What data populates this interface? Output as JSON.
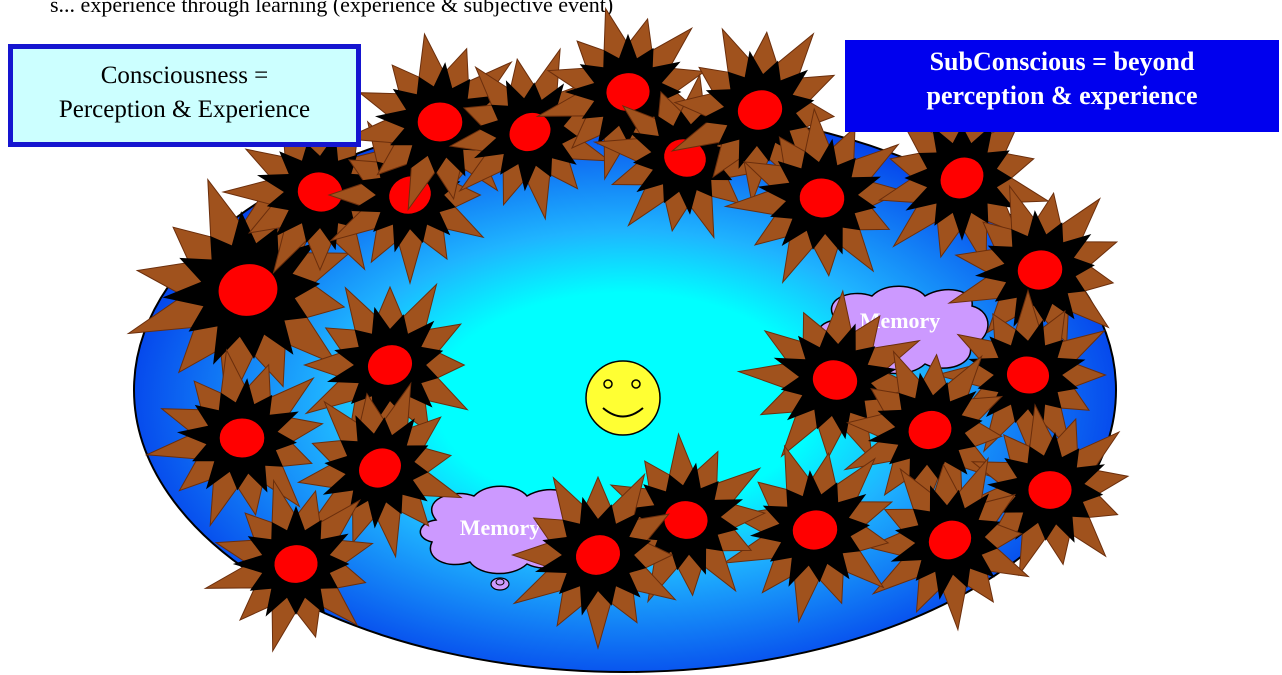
{
  "header": {
    "text": "s... experience through learning (experience & subjective event)"
  },
  "consciousness_box": {
    "line1": "Consciousness =",
    "line2": "Perception & Experience"
  },
  "subconscious_box": {
    "line1": "SubConscious =  beyond",
    "line2": "perception & experience"
  },
  "memory_labels": [
    "Memory",
    "Memory"
  ],
  "colors": {
    "outer_ellipse": "#0a3ff0",
    "inner_glow": "#00ffff",
    "explosion_outer": "#a0521d",
    "explosion_inner": "#000000",
    "explosion_core": "#ff0000",
    "memory_cloud": "#cc99ff",
    "smiley": "#ffff33",
    "consciousness_bg": "#ccffff",
    "consciousness_border": "#1515d0",
    "subconscious_bg": "#0000ee"
  },
  "icons": [
    "explosion-icon",
    "smiley-face-icon",
    "memory-cloud-icon"
  ]
}
